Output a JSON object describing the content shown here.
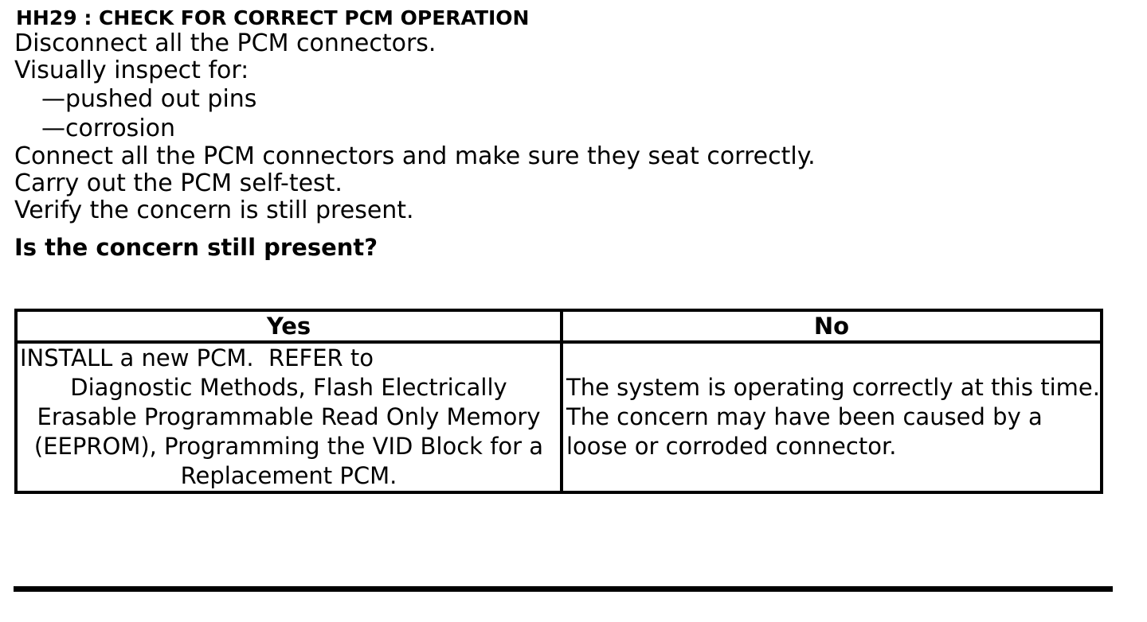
{
  "procedure": {
    "title": "HH29 : CHECK FOR CORRECT PCM OPERATION",
    "step_disconnect": "Disconnect all the PCM connectors.",
    "inspect": {
      "intro": "Visually inspect for:",
      "items": [
        "—pushed out pins",
        "—corrosion"
      ]
    },
    "step_connect": "Connect all the PCM connectors and make sure they seat correctly.",
    "step_selftest": "Carry out the PCM self-test.",
    "step_verify": "Verify the concern is still present.",
    "question": "Is the concern still present?"
  },
  "results_table": {
    "headers": [
      "Yes",
      "No"
    ],
    "yes_action_lines": [
      "INSTALL a new PCM.  REFER to",
      "Diagnostic Methods, Flash Electrically",
      "Erasable Programmable Read Only Memory",
      "(EEPROM), Programming the VID Block for a",
      "Replacement PCM."
    ],
    "no_action_lines": [
      "The system is operating correctly at this time.",
      "The concern may have been caused by a",
      "loose or corroded connector."
    ]
  },
  "colors": {
    "text": "#000000",
    "background": "#ffffff",
    "border": "#000000"
  }
}
